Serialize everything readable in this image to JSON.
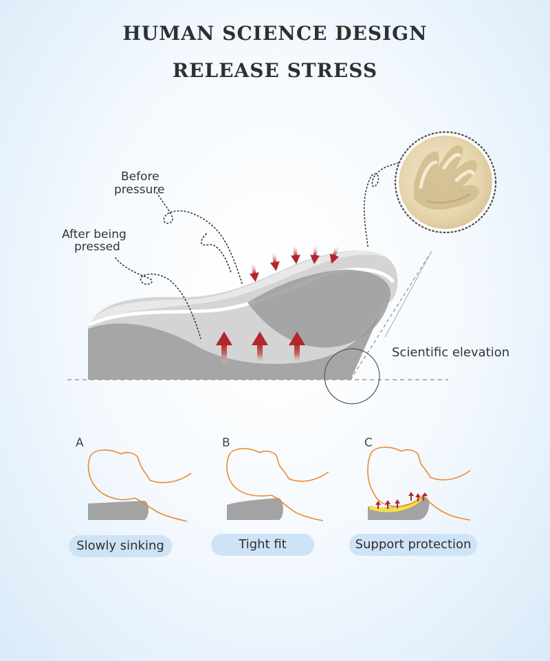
{
  "header": {
    "line1": "HUMAN SCIENCE DESIGN",
    "line2": "RELEASE STRESS"
  },
  "diagram": {
    "before_pressure": [
      "Before",
      "pressure"
    ],
    "after_pressed": [
      "After being",
      "pressed"
    ],
    "scientific_elevation": "Scientific elevation",
    "arrow_color": "#b3262a",
    "foam_color": "#a9a9a9"
  },
  "panels": [
    {
      "letter": "A",
      "caption": "Slowly sinking"
    },
    {
      "letter": "B",
      "caption": "Tight fit"
    },
    {
      "letter": "C",
      "caption": "Support protection"
    }
  ],
  "colors": {
    "profile_line": "#ec8a2e",
    "support_highlight": "#f3e24a",
    "pill_bg": "#cfe3f6"
  }
}
